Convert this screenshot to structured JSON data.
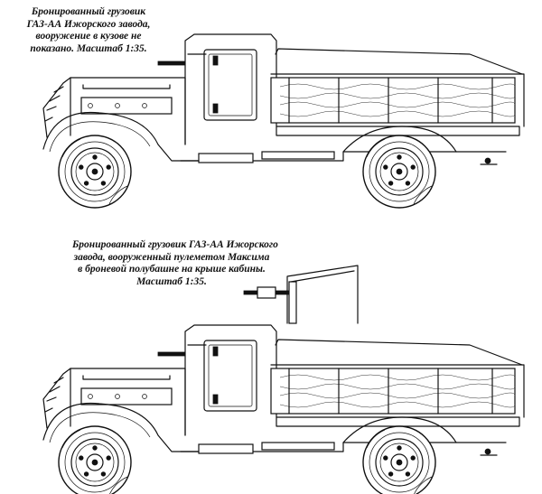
{
  "captions": {
    "top": [
      "Бронированный грузовик",
      "ГАЗ-АА Ижорского завода,",
      "вооружение в кузове не",
      "показано. Масштаб 1:35."
    ],
    "bottom": [
      "Бронированный грузовик ГАЗ-АА Ижорского",
      "завода, вооруженный пулеметом Максима",
      "в броневой полубашне на крыше кабины.",
      "Масштаб 1:35."
    ]
  },
  "drawings": {
    "top": {
      "subject": "armored-truck-side-view",
      "turret": false
    },
    "bottom": {
      "subject": "armored-truck-side-view",
      "turret": true
    }
  }
}
